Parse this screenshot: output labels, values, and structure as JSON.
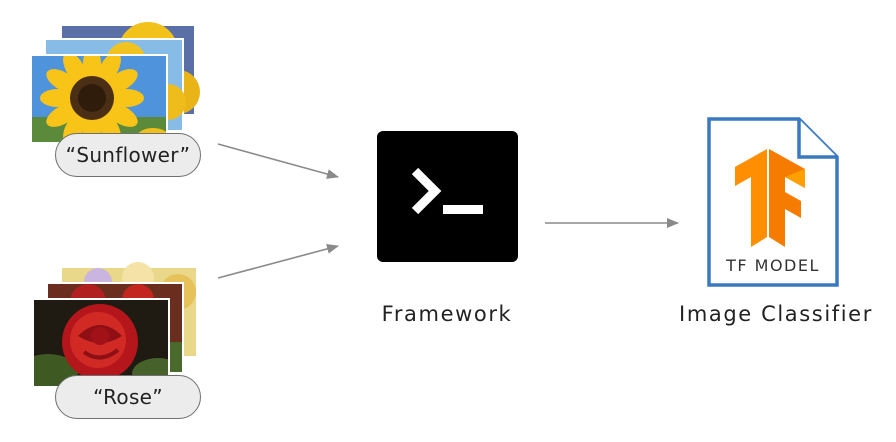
{
  "inputs": [
    {
      "label": "“Sunflower”",
      "image": "sunflower-photos"
    },
    {
      "label": "“Rose”",
      "image": "rose-photos"
    }
  ],
  "framework": {
    "label": "Framework",
    "icon": "terminal-icon"
  },
  "output": {
    "label": "Image Classifier",
    "file_text": "TF MODEL",
    "icon": "tensorflow-logo-icon"
  },
  "colors": {
    "arrow": "#8a8a8a",
    "file_border": "#3a78c2",
    "tf_orange": "#ff8f00",
    "tf_orange_dark": "#e56a00"
  }
}
